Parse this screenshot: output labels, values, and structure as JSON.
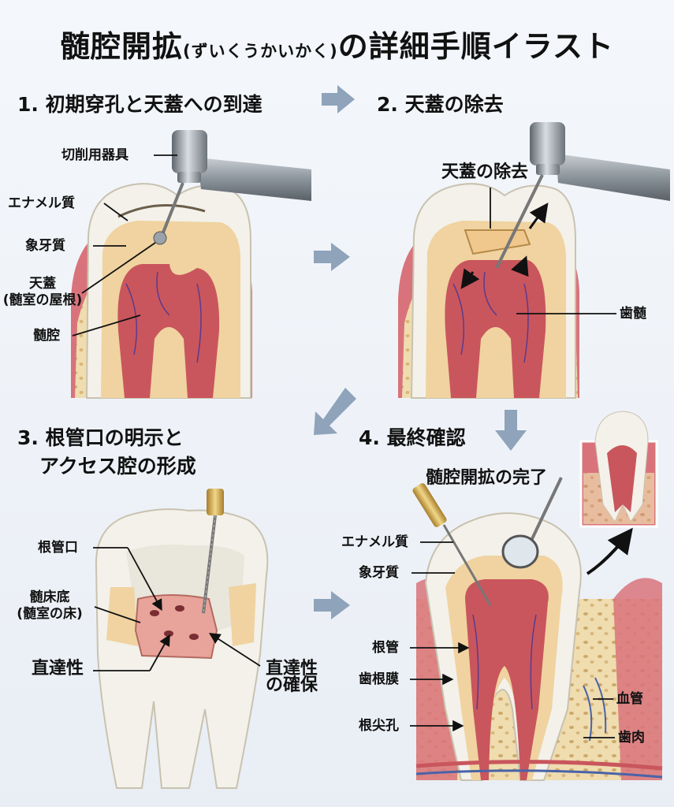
{
  "title": {
    "main": "髄腔開拡",
    "reading": "(ずいくうかいかく)",
    "tail": "の詳細手順イラスト"
  },
  "steps": [
    {
      "heading": "1. 初期穿孔と天蓋への到達",
      "labels": {
        "instrument": "切削用器具",
        "enamel": "エナメル質",
        "dentin": "象牙質",
        "roof": "天蓋",
        "roof_note": "(髄室の屋根)",
        "pulp_cavity": "髄腔"
      }
    },
    {
      "heading": "2. 天蓋の除去",
      "labels": {
        "roof_removal": "天蓋の除去",
        "pulp": "歯髄"
      }
    },
    {
      "heading_line1": "3. 根管口の明示と",
      "heading_line2": "アクセス腔の形成",
      "labels": {
        "canal_orifice": "根管口",
        "pulp_floor": "髄床底",
        "pulp_floor_note": "(髄室の床)",
        "straight_access": "直達性",
        "ensure_line1": "直達性",
        "ensure_line2": "の確保"
      }
    },
    {
      "heading": "4. 最終確認",
      "labels": {
        "complete": "髄腔開拡の完了",
        "enamel": "エナメル質",
        "dentin": "象牙質",
        "root_canal": "根管",
        "pdl": "歯根膜",
        "apex": "根尖孔",
        "vessel": "血管",
        "gum": "歯肉"
      }
    }
  ],
  "colors": {
    "enamel": "#f3f1ea",
    "dentin": "#f0d3a0",
    "pulp": "#c9565d",
    "gum": "#d9737b",
    "bone": "#efdcaf",
    "arrow": "#8fa3bb",
    "metal": "#8e969e"
  }
}
